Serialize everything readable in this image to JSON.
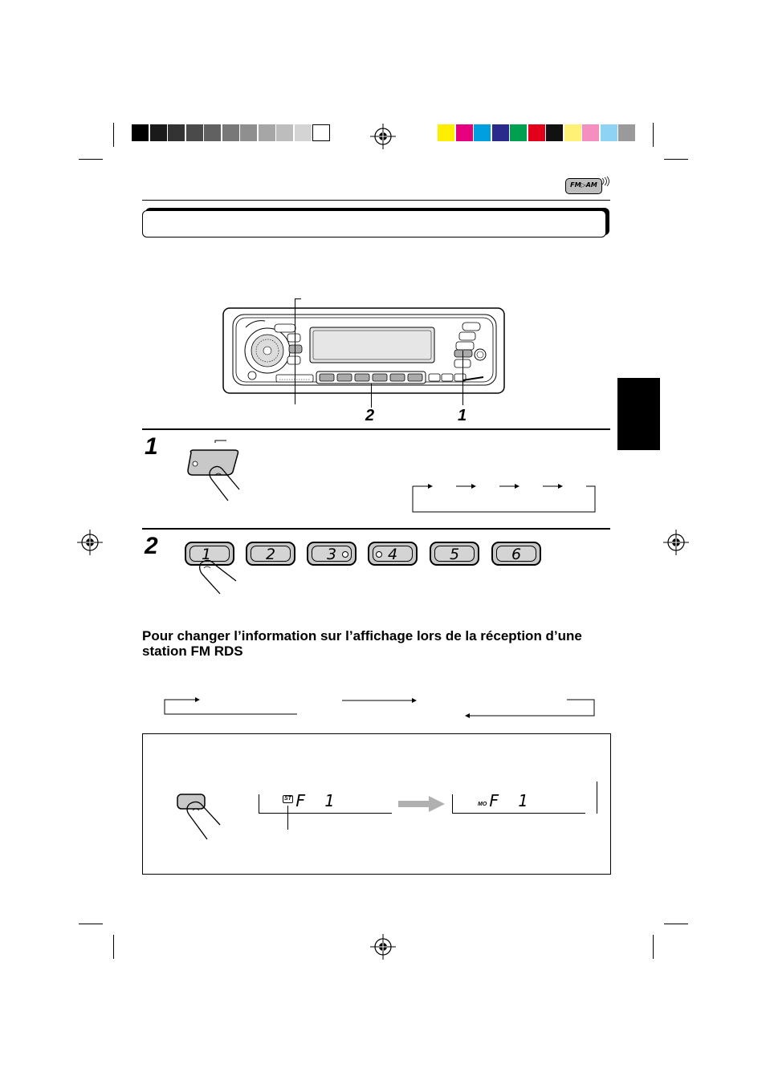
{
  "header": {
    "band_icon_text": "FM▷AM"
  },
  "colors": {
    "grayscale_bar": [
      "#000000",
      "#1a1a1a",
      "#333333",
      "#4a4a4a",
      "#616161",
      "#787878",
      "#8f8f8f",
      "#a6a6a6",
      "#bdbdbd",
      "#d4d4d4",
      "#ffffff"
    ],
    "color_bar": [
      "#ffee00",
      "#e6007e",
      "#00a0e0",
      "#2a2a8c",
      "#00a050",
      "#e2001a",
      "#111111",
      "#fff176",
      "#f48fc0",
      "#8fd3f4",
      "#9a9a9a"
    ],
    "side_tab": "#000000",
    "key_fill": "#c8c8c8"
  },
  "callouts": {
    "upper_left": "",
    "label_2": "2",
    "label_1": "1"
  },
  "steps": {
    "step1": {
      "number": "1"
    },
    "step2": {
      "number": "2"
    }
  },
  "preset_buttons": [
    "1",
    "2",
    "3",
    "4",
    "5",
    "6"
  ],
  "rds_section": {
    "heading": "Pour changer l’information sur l’affichage lors de la réception d’une station FM RDS"
  },
  "display_demo": {
    "before": {
      "indicator": "ST",
      "text": "F  1"
    },
    "after": {
      "indicator": "MO",
      "text": "F  1"
    }
  }
}
